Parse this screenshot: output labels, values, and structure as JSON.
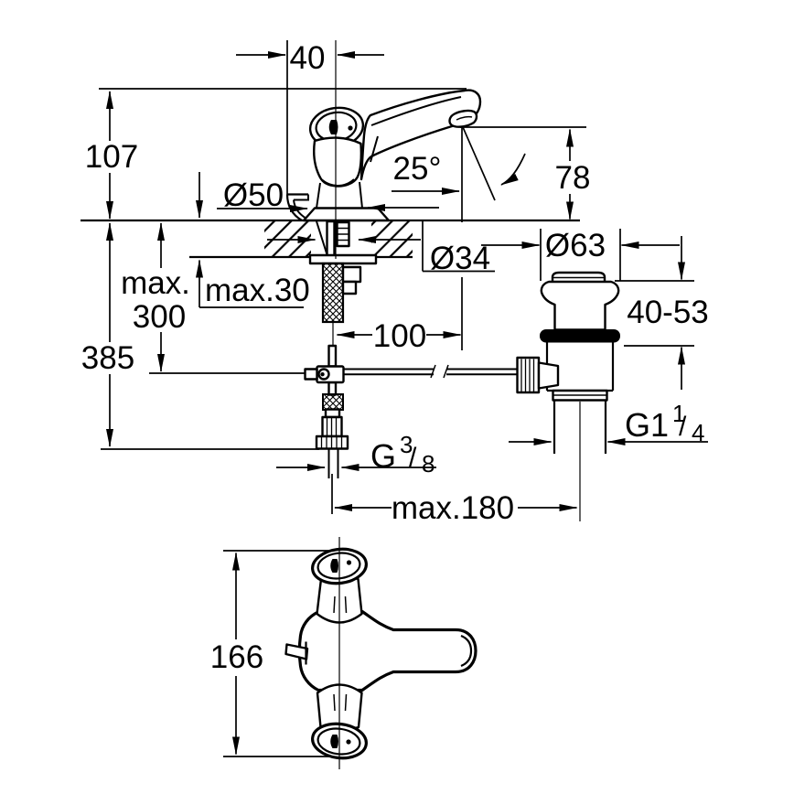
{
  "page": {
    "background": "#ffffff",
    "ink": "#000000"
  },
  "drawing": {
    "type": "technical-dimension-drawing",
    "subject": "single-hole basin faucet with pop-up waste, side elevation and plan view",
    "labels": {
      "spout_offset": "40",
      "height_above_deck": "107",
      "base_diameter": "Ø50",
      "spout_angle": "25°",
      "outlet_height": "78",
      "hole_diameter": "Ø34",
      "waste_flange_diameter": "Ø63",
      "max_depth_line1": "max.",
      "max_depth_line2": "300",
      "deck_thickness": "max.30",
      "overall_depth": "385",
      "rod_offset": "100",
      "basin_thickness": "40-53",
      "waste_thread_base": "G1",
      "waste_thread_num": "1",
      "waste_thread_slash": "/",
      "waste_thread_den": "4",
      "supply_thread_base": "G",
      "supply_thread_num": "3",
      "supply_thread_slash": "/",
      "supply_thread_den": "8",
      "max_reach": "max.180",
      "body_length": "166"
    }
  }
}
